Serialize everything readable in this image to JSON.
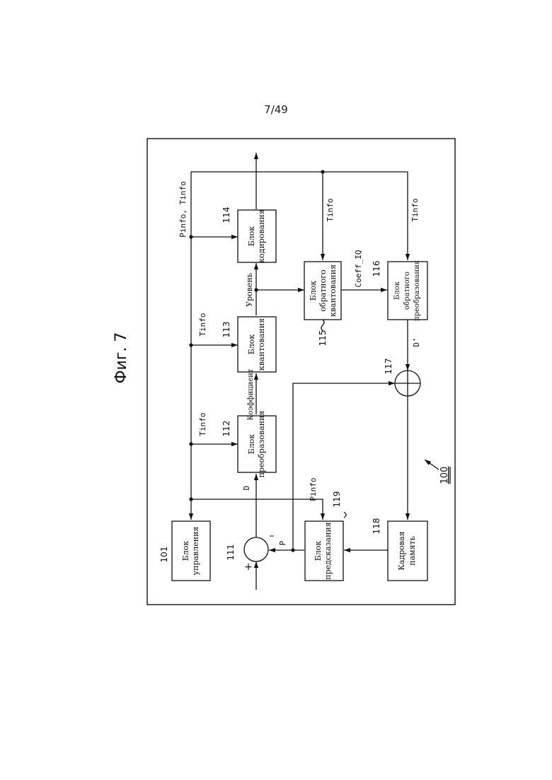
{
  "page": {
    "number": "7/49"
  },
  "figure": {
    "title": "Фиг. 7",
    "ref": "100"
  },
  "blocks": {
    "b101": {
      "ref": "101",
      "line1": "Блок",
      "line2": "управления"
    },
    "b112": {
      "ref": "112",
      "line1": "Блок",
      "line2": "преобразования"
    },
    "b113": {
      "ref": "113",
      "line1": "Блок",
      "line2": "квантования"
    },
    "b114": {
      "ref": "114",
      "line1": "Блок",
      "line2": "кодирования"
    },
    "b115": {
      "ref": "115",
      "line1": "Блок",
      "line2": "обратного",
      "line3": "квантования"
    },
    "b116": {
      "ref": "116",
      "line1": "Блок",
      "line2": "обратного",
      "line3": "преобразования"
    },
    "b118": {
      "ref": "118",
      "line1": "Кадровая",
      "line2": "память"
    },
    "b119": {
      "ref": "119",
      "line1": "Блок",
      "line2": "предсказания"
    }
  },
  "nodes": {
    "adder111": {
      "ref": "111",
      "plus": "+",
      "minus": "–"
    },
    "adder117": {
      "ref": "117"
    }
  },
  "signals": {
    "pinfo_tinfo": "Pinfo, Tinfo",
    "tinfo_112": "Tinfo",
    "tinfo_113": "Tinfo",
    "tinfo_115": "Tinfo",
    "tinfo_116": "Tinfo",
    "pinfo_119": "Pinfo",
    "d": "D",
    "coeff": "Коэффициент",
    "level": "Уровень",
    "coeff_iq": "Coeff_IQ",
    "d_prime": "D’",
    "p": "P"
  }
}
